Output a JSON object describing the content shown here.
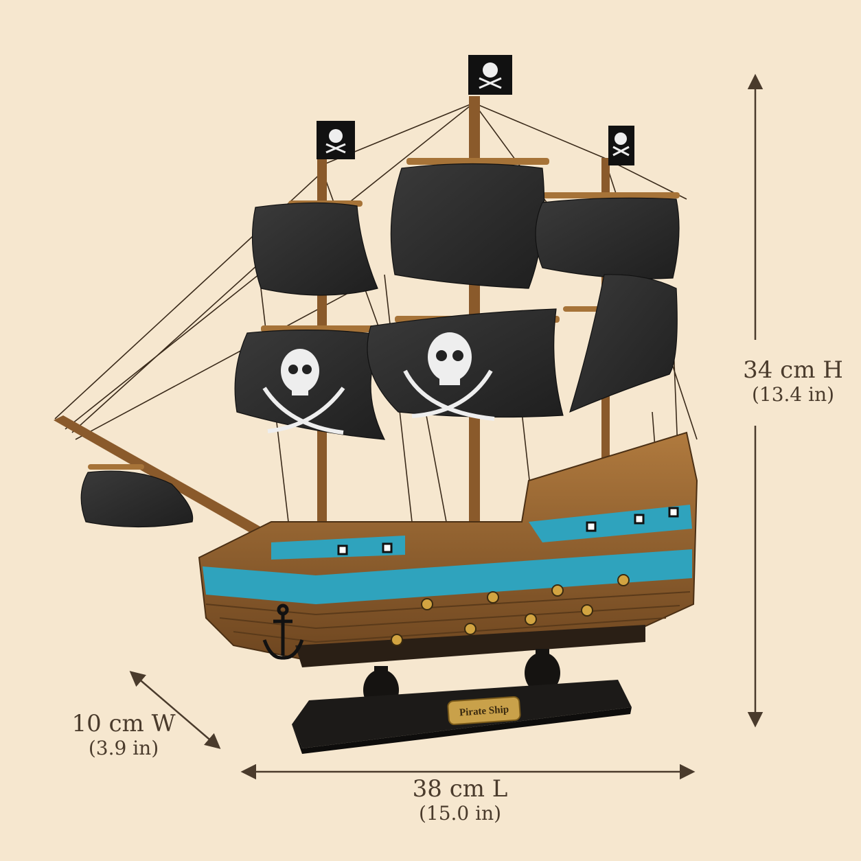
{
  "product": {
    "plaque_label": "Pirate Ship"
  },
  "dimensions": {
    "height": {
      "main": "34 cm H",
      "sub": "(13.4 in)"
    },
    "width": {
      "main": "10 cm W",
      "sub": "(3.9 in)"
    },
    "length": {
      "main": "38 cm L",
      "sub": "(15.0 in)"
    }
  },
  "colors": {
    "background": "#f6e7cf",
    "hull_wood": "#9a6a35",
    "hull_stripe": "#2fa3bd",
    "sail": "#2b2b2b",
    "stand": "#1c1a18",
    "dimension_line": "#4a3b2c"
  }
}
